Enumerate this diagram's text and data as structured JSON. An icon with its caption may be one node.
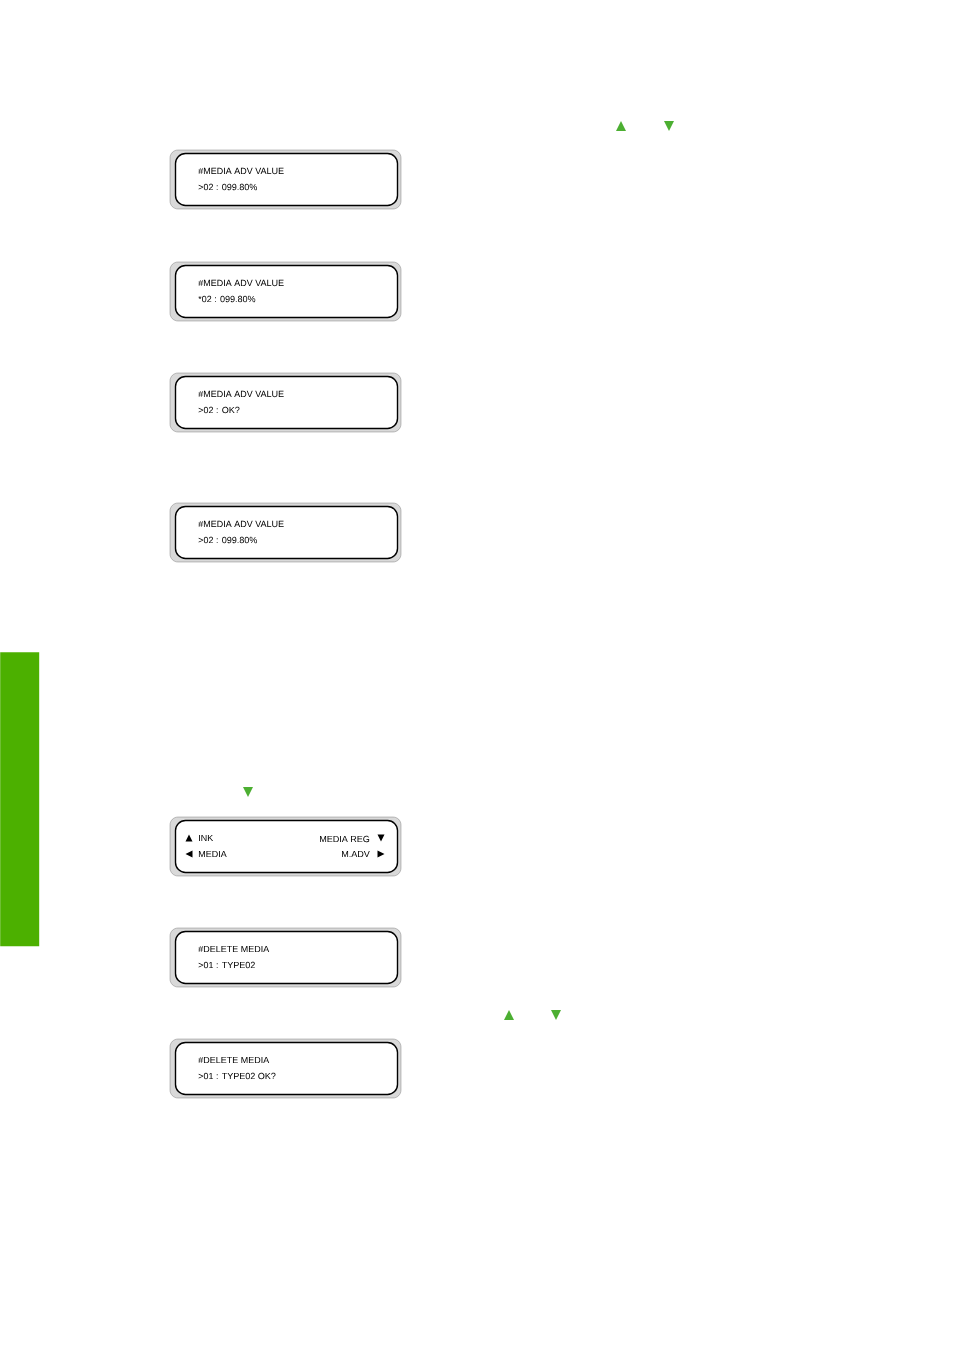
{
  "diagram": {
    "nodes": [
      {
        "text": [
          "#MEDIA ADV VALUE",
          ">02 : 099.80%"
        ]
      },
      {
        "text": [
          "#MEDIA ADV VALUE",
          "*02 : 099.80%"
        ]
      },
      {
        "text": [
          "#MEDIA ADV VALUE",
          ">02 : OK?"
        ]
      },
      {
        "text": [
          "#MEDIA ADV VALUE",
          ">02 : 099.80%"
        ]
      },
      {
        "text": [],
        "shape": "bar"
      },
      {
        "text": [
          "INK",
          "MEDIA REG",
          "MEDIA",
          "M.ADV"
        ]
      },
      {
        "text": [
          "#DELETE MEDIA",
          ">01 : TYPE02"
        ]
      },
      {
        "text": [
          "#DELETE MEDIA",
          ">01 : TYPE02 OK?"
        ]
      }
    ],
    "edges": []
  }
}
